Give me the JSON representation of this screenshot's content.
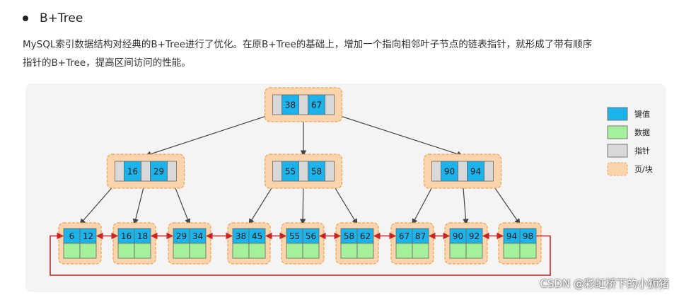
{
  "heading": "B+Tree",
  "paragraph_line1": "MySQL索引数据结构对经典的B+Tree进行了优化。在原B+Tree的基础上，增加一个指向相邻叶子节点的链表指针，就形成了带有顺序",
  "paragraph_line2": "指针的B+Tree，提高区间访问的性能。",
  "legend": [
    {
      "label": "键值",
      "color": "#1bb3ea"
    },
    {
      "label": "数据",
      "color": "#a5f09a"
    },
    {
      "label": "指针",
      "color": "#d9d9d9"
    },
    {
      "label": "页/块",
      "color": "#fad4ad"
    }
  ],
  "tree": {
    "root": [
      "38",
      "67"
    ],
    "internal": [
      [
        "16",
        "29"
      ],
      [
        "55",
        "58"
      ],
      [
        "90",
        "94"
      ]
    ],
    "leaves": [
      [
        "6",
        "12"
      ],
      [
        "16",
        "18"
      ],
      [
        "29",
        "34"
      ],
      [
        "38",
        "45"
      ],
      [
        "55",
        "56"
      ],
      [
        "58",
        "62"
      ],
      [
        "67",
        "87"
      ],
      [
        "90",
        "92"
      ],
      [
        "94",
        "98"
      ]
    ]
  },
  "colors": {
    "key": "#1bb3ea",
    "data": "#a5f09a",
    "pointer": "#d9d9d9",
    "page": "#fad4ad",
    "page_border": "#f0a050",
    "arrow": "#444444",
    "link": "#cc2222"
  },
  "watermark": "CSDN @彩虹桥下的小狮猪"
}
